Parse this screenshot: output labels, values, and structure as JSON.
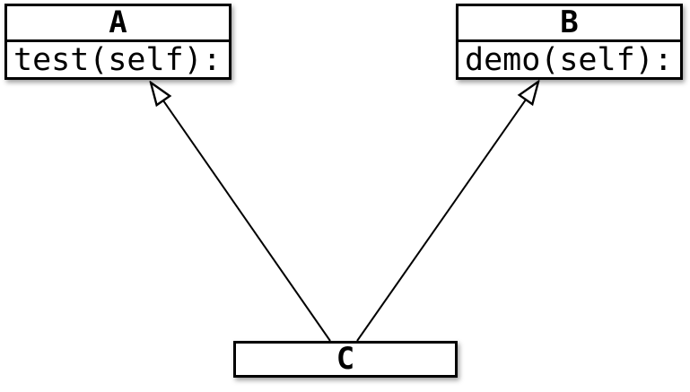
{
  "diagram": {
    "type": "uml-class-diagram",
    "background_color": "#ffffff",
    "box_fill_color": "#ffffff",
    "line_color": "#000000",
    "shadow_color": "rgba(0,0,0,0.38)",
    "classes": [
      {
        "name": "A",
        "title": "A",
        "method": "test(self):"
      },
      {
        "name": "B",
        "title": "B",
        "method": "demo(self):"
      },
      {
        "name": "C",
        "title": "C"
      }
    ],
    "relations": [
      {
        "from": "C",
        "to": "A",
        "type": "inheritance",
        "arrowhead": "hollow-triangle"
      },
      {
        "from": "C",
        "to": "B",
        "type": "inheritance",
        "arrowhead": "hollow-triangle"
      }
    ]
  }
}
